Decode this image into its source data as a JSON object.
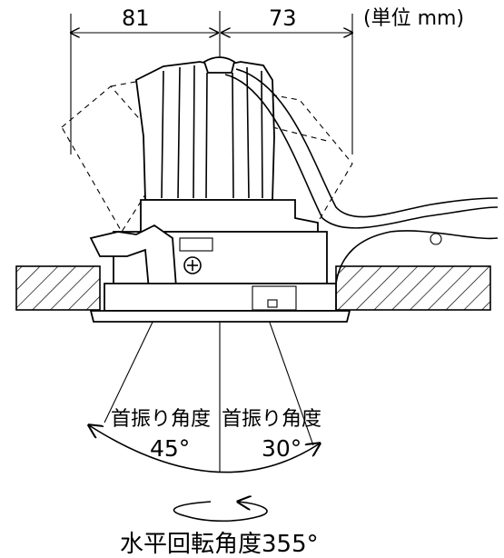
{
  "dimensions": {
    "left": "81",
    "right": "73",
    "unit": "(単位 mm)"
  },
  "tilt": {
    "left_label": "首振り角度",
    "left_value": "45°",
    "right_label": "首振り角度",
    "right_value": "30°"
  },
  "rotation": {
    "label": "水平回転角度355°"
  }
}
